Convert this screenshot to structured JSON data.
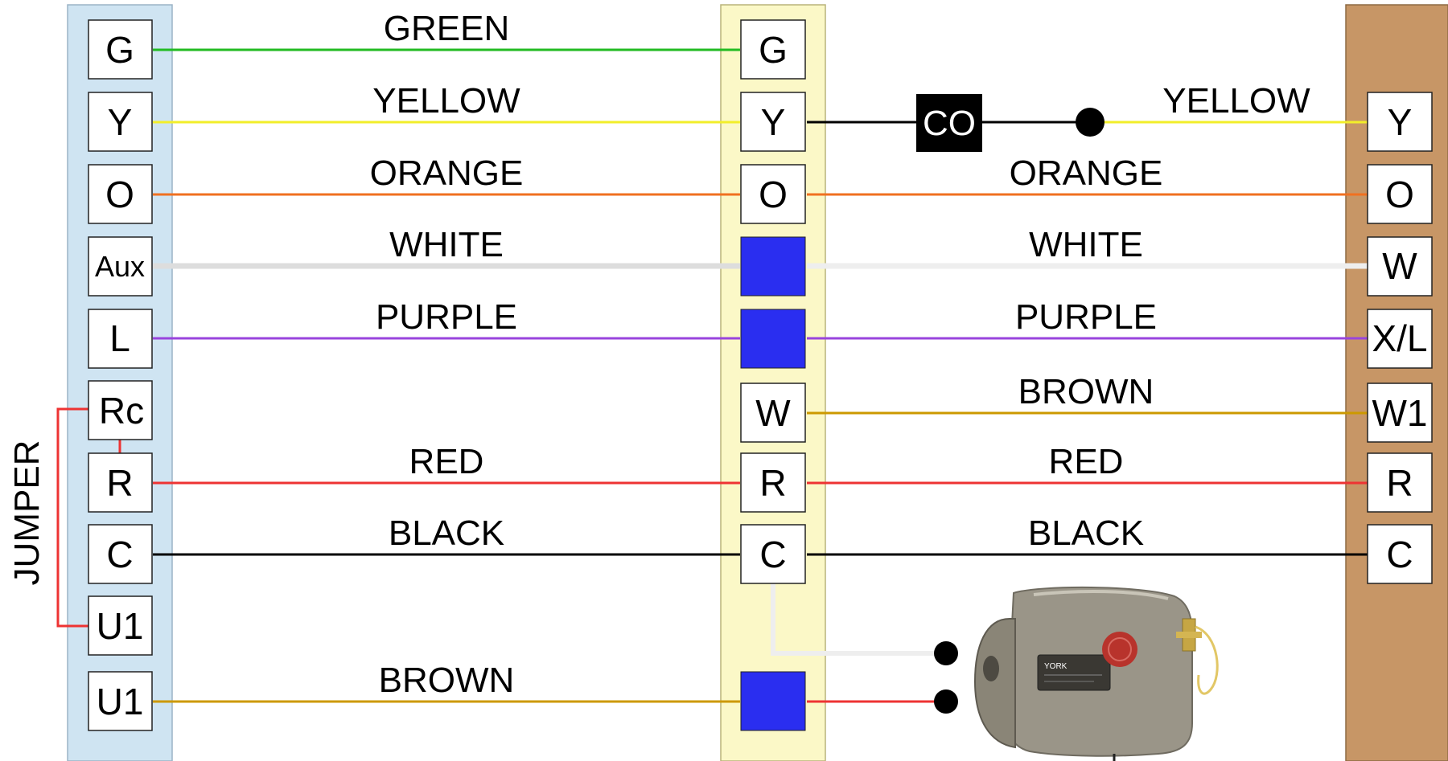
{
  "thermostat": {
    "terminals": [
      "G",
      "Y",
      "O",
      "Aux",
      "L",
      "Rc",
      "R",
      "C",
      "U1",
      "U1"
    ],
    "jumper_label": "JUMPER"
  },
  "control_board": {
    "terminals": [
      "G",
      "Y",
      "O",
      "",
      "",
      "W",
      "R",
      "C",
      "",
      ""
    ]
  },
  "outdoor_unit": {
    "terminals": [
      "Y",
      "O",
      "W",
      "X/L",
      "W1",
      "R",
      "C"
    ]
  },
  "left_wires": [
    {
      "label": "GREEN",
      "color": "#22bb22"
    },
    {
      "label": "YELLOW",
      "color": "#f2ee2a"
    },
    {
      "label": "ORANGE",
      "color": "#f07020"
    },
    {
      "label": "WHITE",
      "color": "#dddddd"
    },
    {
      "label": "PURPLE",
      "color": "#9944dd"
    },
    {
      "label": "RED",
      "color": "#ee3333"
    },
    {
      "label": "BLACK",
      "color": "#000000"
    },
    {
      "label": "BROWN",
      "color": "#cc9900"
    }
  ],
  "right_wires": [
    {
      "label": "YELLOW",
      "color": "#f2ee2a"
    },
    {
      "label": "ORANGE",
      "color": "#f07020"
    },
    {
      "label": "WHITE",
      "color": "#eeeeee"
    },
    {
      "label": "PURPLE",
      "color": "#9944dd"
    },
    {
      "label": "BROWN",
      "color": "#cc9900"
    },
    {
      "label": "RED",
      "color": "#ee3333"
    },
    {
      "label": "BLACK",
      "color": "#000000"
    }
  ],
  "co_box": {
    "label": "CO"
  },
  "humidifier": {
    "brand": "YORK"
  },
  "colors": {
    "thermostat_panel": "#cfe4f2",
    "board_panel": "#fbf8c7",
    "outdoor_panel": "#c79666",
    "blue_connector": "#2a2ef0",
    "jumper": "#ee3333"
  }
}
